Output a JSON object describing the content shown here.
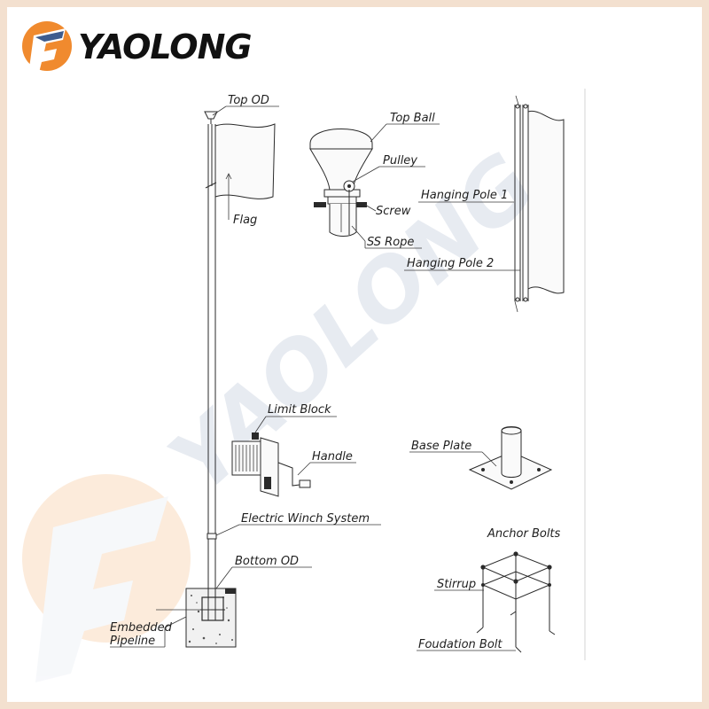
{
  "brand": {
    "name": "YAOLONG",
    "watermark": "YAOLONG",
    "colors": {
      "orange": "#f08a2e",
      "navy": "#1c3f7a",
      "frame": "#f3e0cf"
    }
  },
  "labels": {
    "top_od": "Top  OD",
    "flag": "Flag",
    "top_ball": "Top Ball",
    "pulley": "Pulley",
    "screw": "Screw",
    "ss_rope": "SS Rope",
    "hanging_pole_1": "Hanging Pole 1",
    "hanging_pole_2": "Hanging Pole 2",
    "limit_block": "Limit Block",
    "handle": "Handle",
    "electric_winch": "Electric Winch System",
    "bottom_od": "Bottom  OD",
    "embedded_line1": "Embedded",
    "embedded_line2": "Pipeline",
    "base_plate": "Base Plate",
    "anchor_bolts": "Anchor Bolts",
    "stirrup": "Stirrup",
    "foundation_bolt": "Foudation Bolt"
  }
}
